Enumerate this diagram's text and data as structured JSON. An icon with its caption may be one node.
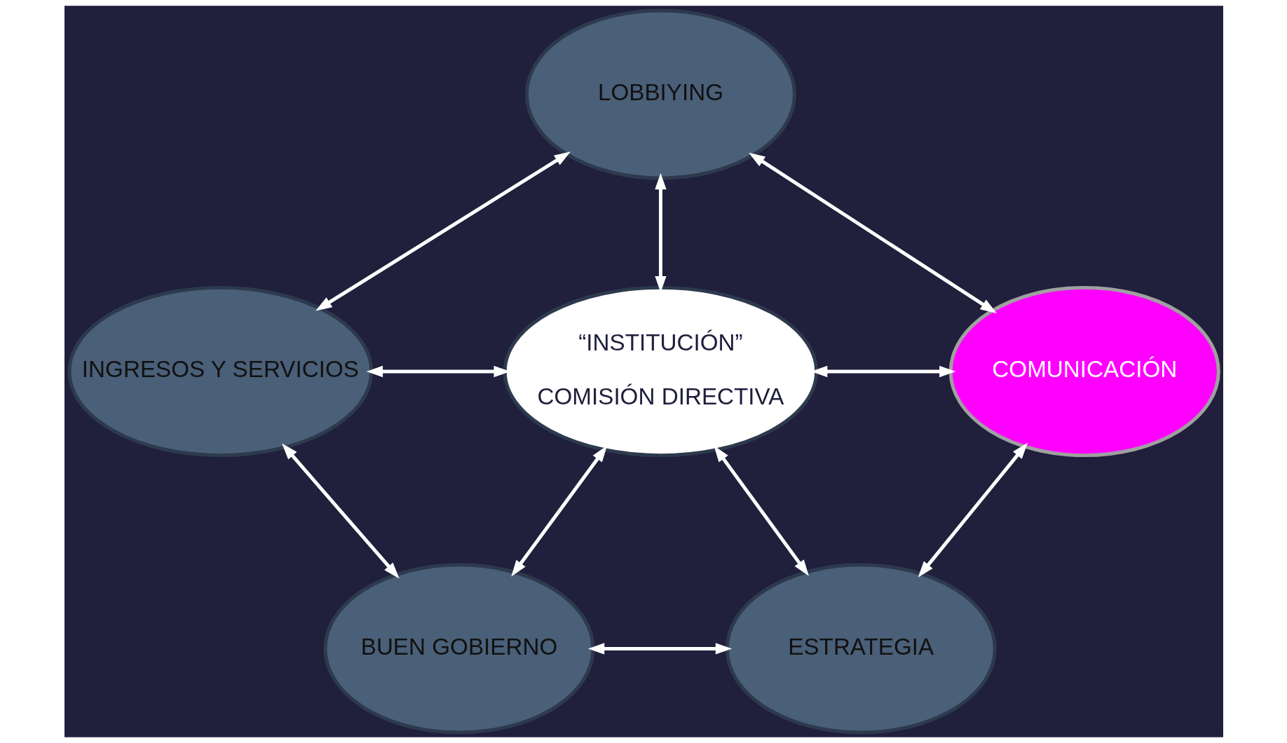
{
  "diagram": {
    "nodes": [
      {
        "text": [
          "LOBBIYING"
        ]
      },
      {
        "text": [
          "INGRESOS Y SERVICIOS"
        ]
      },
      {
        "text": [
          "“INSTITUCIÓN”",
          "COMISIÓN DIRECTIVA"
        ]
      },
      {
        "text": [
          "COMUNICACIÓN"
        ]
      },
      {
        "text": [
          "BUEN GOBIERNO"
        ]
      },
      {
        "text": [
          "ESTRATEGIA"
        ]
      }
    ],
    "edges": [
      {
        "from": 0,
        "to": 1,
        "arrow": "both"
      },
      {
        "from": 0,
        "to": 2,
        "arrow": "both"
      },
      {
        "from": 0,
        "to": 3,
        "arrow": "both"
      },
      {
        "from": 1,
        "to": 2,
        "arrow": "both"
      },
      {
        "from": 2,
        "to": 3,
        "arrow": "both"
      },
      {
        "from": 1,
        "to": 4,
        "arrow": "both"
      },
      {
        "from": 2,
        "to": 4,
        "arrow": "both"
      },
      {
        "from": 2,
        "to": 5,
        "arrow": "both"
      },
      {
        "from": 3,
        "to": 5,
        "arrow": "both"
      },
      {
        "from": 4,
        "to": 5,
        "arrow": "both"
      }
    ]
  }
}
